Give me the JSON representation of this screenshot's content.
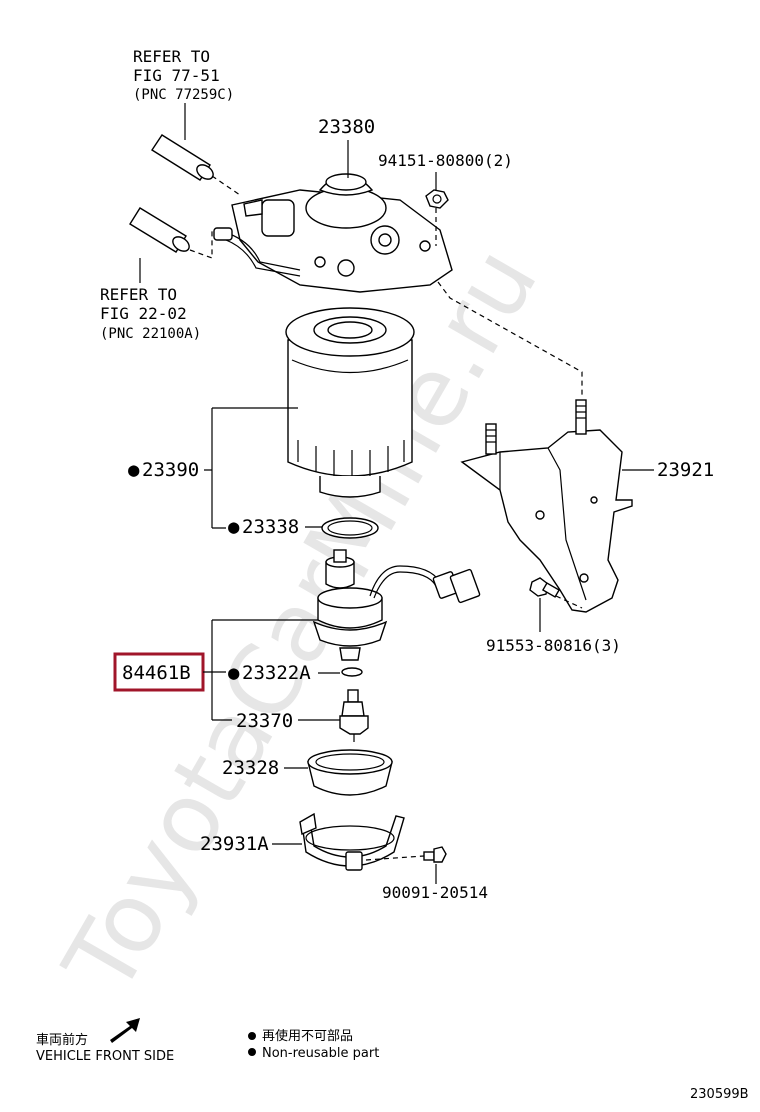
{
  "watermark": "ToyotaCarMine.ru",
  "refs": {
    "top": {
      "line1": "REFER TO",
      "line2": "FIG 77-51",
      "line3": "(PNC 77259C)"
    },
    "bottom": {
      "line1": "REFER TO",
      "line2": "FIG 22-02",
      "line3": "(PNC 22100A)"
    }
  },
  "parts": {
    "p23380": "23380",
    "p94151": "94151-80800(2)",
    "p23390": "23390",
    "p23921": "23921",
    "p23338": "23338",
    "p84461B": "84461B",
    "p23322A": "23322A",
    "p91553": "91553-80816(3)",
    "p23370": "23370",
    "p23328": "23328",
    "p23931A": "23931A",
    "p90091": "90091-20514"
  },
  "bullet": "●",
  "highlight_color": "#a0152a",
  "legend": {
    "front_jp": "車両前方",
    "front_en": "VEHICLE FRONT SIDE",
    "nonreuse_jp": "再使用不可部品",
    "nonreuse_en": "Non-reusable part"
  },
  "figure_code": "230599B"
}
